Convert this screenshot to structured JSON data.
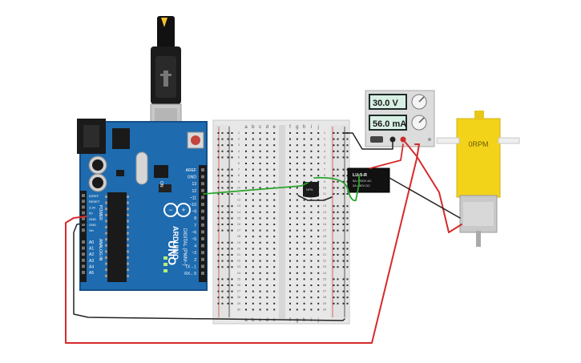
{
  "arduino": {
    "brand": "ARDUINO",
    "model": "UNO",
    "on_label": "ON",
    "left_pins": [
      "IOREF",
      "RESET",
      "3.3V",
      "5V",
      "GND",
      "GND",
      "Vin"
    ],
    "analog_pins": [
      "A0",
      "A1",
      "A2",
      "A3",
      "A4",
      "A5"
    ],
    "top_pins": [
      "AREF",
      "GND",
      "13",
      "12",
      "~11",
      "~10",
      "~9",
      "8",
      "7",
      "~6",
      "~5",
      "4",
      "~3",
      "2",
      "TX→1",
      "RX←0"
    ],
    "section_label": "DIGITAL (PWM~)",
    "analog_label": "ANALOG IN",
    "power_label": "POWER",
    "led_labels": [
      "TX",
      "RX",
      "L"
    ]
  },
  "breadboard": {
    "columns_left": [
      "a",
      "b",
      "c",
      "d",
      "e"
    ],
    "columns_right": [
      "f",
      "g",
      "h",
      "i",
      "j"
    ],
    "rows": [
      1,
      2,
      3,
      4,
      5,
      6,
      7,
      8,
      9,
      10,
      11,
      12,
      13,
      14,
      15,
      16,
      17,
      18,
      19,
      20,
      21,
      22,
      23,
      24,
      25,
      26,
      27,
      28,
      29,
      30
    ]
  },
  "power_supply": {
    "voltage": "30.0 V",
    "current": "56.0 mA"
  },
  "transistor": {
    "label": "NPN"
  },
  "relay": {
    "label": "LU-5-R",
    "line2": "5A / 250V AC",
    "line3": "3A / 30V DC"
  },
  "motor": {
    "speed": "0RPM"
  },
  "colors": {
    "board": "#1e6bb0",
    "board_dark": "#164f85",
    "breadboard": "#e8e8e8",
    "wire_red": "#d62a2a",
    "wire_black": "#222222",
    "wire_green": "#2aa52a",
    "motor_yellow": "#f3d31a"
  }
}
